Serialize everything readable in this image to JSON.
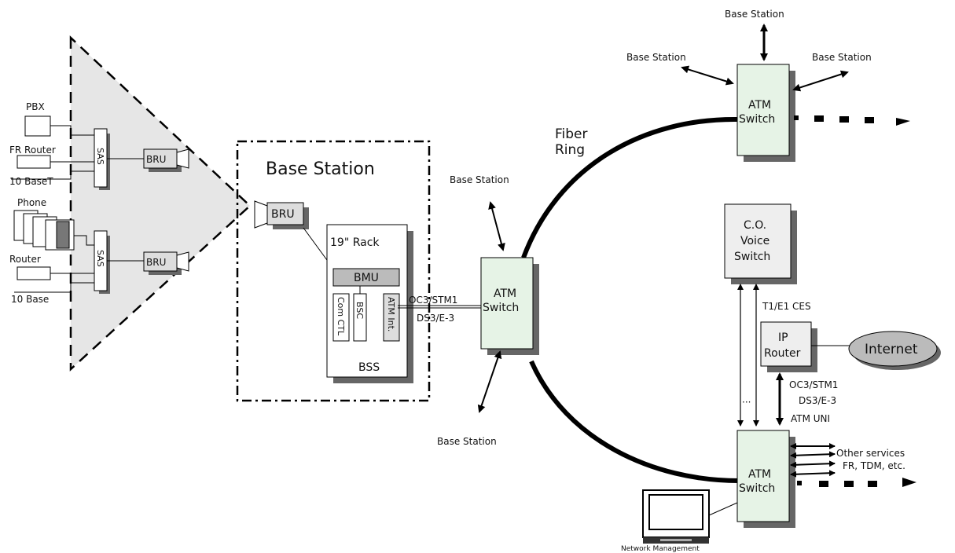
{
  "labels": {
    "pbx": "PBX",
    "fr_router": "FR Router",
    "ten_baset": "10 BaseT",
    "phone": "Phone",
    "router": "Router",
    "ten_base": "10 Base",
    "sas": "SAS",
    "bru": "BRU",
    "base_station_title": "Base Station",
    "rack": "19\" Rack",
    "bmu": "BMU",
    "com_ctl": "Com CTL",
    "bsc": "BSC",
    "atm_int": "ATM Int.",
    "bss": "BSS",
    "oc3_stm1": "OC3/STM1",
    "ds3_e3": "DS3/E-3",
    "atm": "ATM",
    "switch": "Switch",
    "fiber": "Fiber",
    "ring": "Ring",
    "base_station": "Base Station",
    "co": "C.O.",
    "voice": "Voice",
    "t1e1_ces": "T1/E1 CES",
    "ip": "IP",
    "router_short": "Router",
    "internet": "Internet",
    "atm_uni": "ATM UNI",
    "other_services": "Other services",
    "fr_tdm": "FR, TDM, etc.",
    "network_management": "Network Management"
  }
}
